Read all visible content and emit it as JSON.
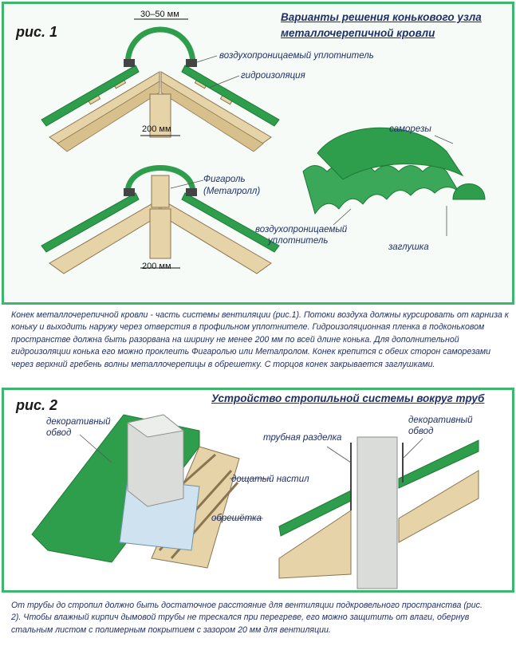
{
  "figure1": {
    "label": "рис. 1",
    "heading_line1": "Варианты решения конькового узла",
    "heading_line2": "металлочерепичной кровли",
    "dims": {
      "gap": "30–50 мм",
      "width_top": "200 мм",
      "width_bottom": "200 мм"
    },
    "callouts": {
      "seal": "воздухопроницаемый уплотнитель",
      "waterproofing": "гидроизоляция",
      "figaroll_1": "Фигароль",
      "figaroll_2": "(Металролл)",
      "screws": "саморезы",
      "seal2_1": "воздухопроницаемый",
      "seal2_2": "уплотнитель",
      "plug": "заглушка"
    }
  },
  "caption1": "Конек металлочерепичной кровли - часть системы вентиляции (рис.1). Потоки воздуха должны курсировать от карниза к коньку и выходить наружу через отверстия в профильном уплотнителе. Гидроизоляционная пленка в подконьковом пространстве должна быть разорвана на ширину не менее 200 мм по всей длине конька. Для дополнительной гидроизоляции конька его можно проклеить Фигаролью или Металролом. Конек крепится с обеих сторон саморезами через верхний гребень волны металлочерепицы в обрешетку. С торцов конек закрывается заглушками.",
  "figure2": {
    "label": "рис. 2",
    "heading": "Устройство стропильной системы вокруг труб",
    "callouts": {
      "decor_left_1": "декоративный",
      "decor_left_2": "обвод",
      "pipe_cut": "трубная разделка",
      "decor_right_1": "декоративный",
      "decor_right_2": "обвод",
      "board": "дощатый настил",
      "lathing": "обрешётка"
    }
  },
  "caption2": "От трубы до стропил должно быть достаточное расстояние для вентиляции подкровельного пространства (рис. 2). Чтобы влажный кирпич дымовой трубы не трескался при перегреве, его можно защитить от влаги, обернув стальным листом с полимерным покрытием с зазором 20 мм для вентиляции.",
  "colors": {
    "frame": "#3fb66e",
    "metal": "#2f9e4c",
    "metal_dark": "#1d7a35",
    "wood": "#e6d3a8",
    "brick": "#d9dcd9",
    "text": "#1f2f6a"
  }
}
